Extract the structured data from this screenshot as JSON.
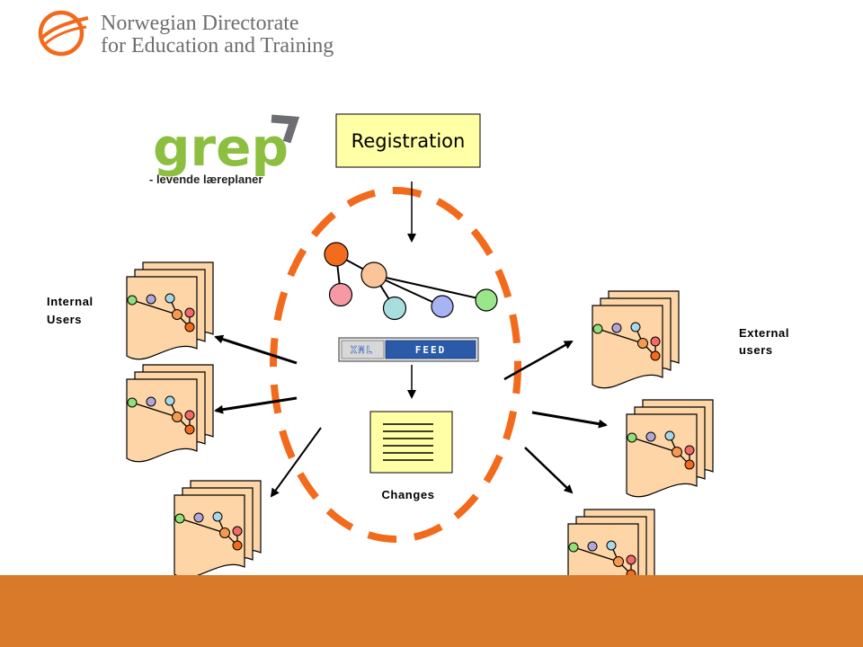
{
  "header": {
    "org_line1": "Norwegian Directorate",
    "org_line2": "for Education and Training"
  },
  "product": {
    "name": "grep",
    "tagline": "- levende læreplaner"
  },
  "diagram": {
    "registration_label": "Registration",
    "changes_label": "Changes",
    "internal_users_line1": "Internal",
    "internal_users_line2": "Users",
    "external_users_line1": "External",
    "external_users_line2": "users",
    "xml_badge_left": "XML",
    "xml_badge_right": "FEED"
  },
  "colors": {
    "accent_orange": "#f26a1b",
    "footer_band": "#d97a2b",
    "grep_green": "#8cbf3f",
    "registration_fill": "#ffffa6",
    "doc_fill": "#fdd5a6",
    "xml_blue": "#2a5aa8"
  }
}
